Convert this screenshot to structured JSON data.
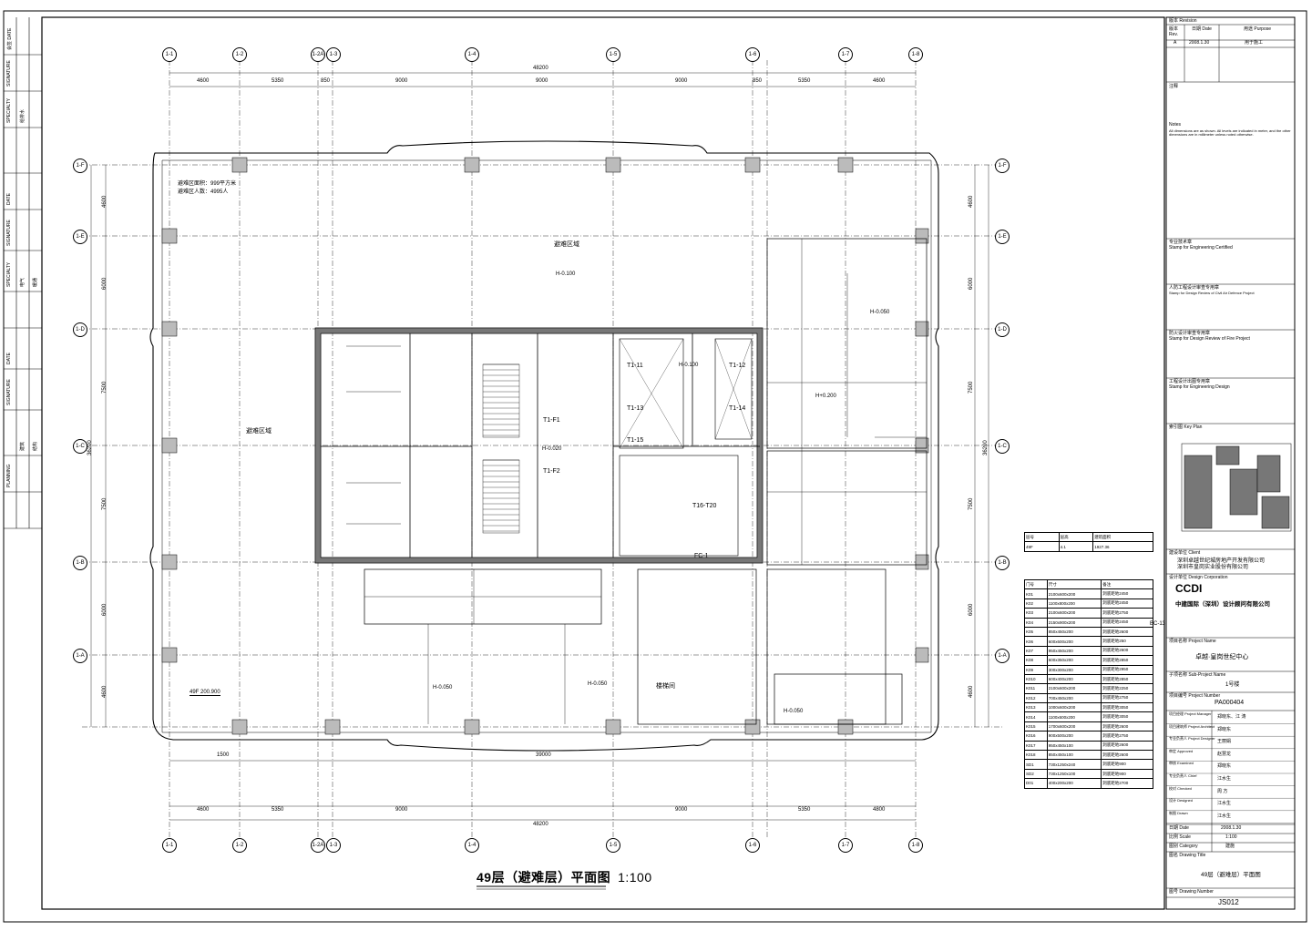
{
  "drawing": {
    "title": "49层（避难层）平面图",
    "scale": "1:100",
    "level_note": "49F 200.900"
  },
  "axes": {
    "columns": [
      "1-1",
      "1-2",
      "1-2A",
      "1-3",
      "1-4",
      "1-5",
      "1-6",
      "1-7",
      "1-8"
    ],
    "rows": [
      "1-F",
      "1-E",
      "1-D",
      "1-C",
      "1-B",
      "1-A"
    ]
  },
  "dimensions": {
    "top_total": "48200",
    "top_segments": [
      "4600",
      "5350",
      "850",
      "9000",
      "9000",
      "9000",
      "850",
      "5350",
      "4600"
    ],
    "bottom_total": "48200",
    "bottom_segments": [
      "4600",
      "5350",
      "9000",
      "9000",
      "5350",
      "4800"
    ],
    "bottom_inner": [
      "1500",
      "39000"
    ],
    "left_segments": [
      "4600",
      "6000",
      "7500",
      "7500",
      "6000",
      "4600"
    ],
    "left_total": "36200",
    "right_segments": [
      "4600",
      "6000",
      "7500",
      "7500",
      "6000",
      "4600"
    ],
    "right_total": "36200"
  },
  "rooms": [
    {
      "name": "避难区域"
    },
    {
      "name": "楼梯间"
    },
    {
      "name": "T1-11"
    },
    {
      "name": "T1-12"
    },
    {
      "name": "T1-13"
    },
    {
      "name": "T1-14"
    },
    {
      "name": "T1-15"
    },
    {
      "name": "T16-T20"
    },
    {
      "name": "T1-F1"
    },
    {
      "name": "T1-F2"
    },
    {
      "name": "FC-1"
    }
  ],
  "notes": {
    "refuge_area": "避难区面积：999平方米",
    "refuge_people": "避难区人数：4995人",
    "elev_h1": "H-0.100",
    "elev_h2": "H-0.050",
    "elev_h3": "H+0.200",
    "elev_h4": "H-0.020"
  },
  "door_table": {
    "header": [
      "门号",
      "尺寸",
      "备注"
    ],
    "rows": [
      [
        "K01",
        "2100x600x200",
        "洞底距地2450"
      ],
      [
        "K02",
        "1100x800x200",
        "洞底距地2450"
      ],
      [
        "K03",
        "2100x600x200",
        "洞底距地2750"
      ],
      [
        "K04",
        "2150x900x200",
        "洞底距地2450"
      ],
      [
        "K05",
        "850x450x200",
        "洞底距地2600"
      ],
      [
        "K06",
        "600x600x200",
        "洞底距地250"
      ],
      [
        "K07",
        "950x450x200",
        "洞底距地2600"
      ],
      [
        "K08",
        "600x350x200",
        "洞底距地2850"
      ],
      [
        "K09",
        "300x300x200",
        "洞底距地2950"
      ],
      [
        "K010",
        "600x400x200",
        "洞底距地2850"
      ],
      [
        "K011",
        "2100x600x200",
        "洞底距地2250"
      ],
      [
        "K012",
        "700x450x200",
        "洞底距地2750"
      ],
      [
        "K013",
        "1000x600x200",
        "洞底距地3050"
      ],
      [
        "K014",
        "1100x600x200",
        "洞底距地3050"
      ],
      [
        "K015",
        "1700x600x200",
        "洞底距地2600"
      ],
      [
        "K016",
        "900x500x200",
        "洞底距地2750"
      ],
      [
        "K017",
        "950x450x100",
        "洞底距地2600"
      ],
      [
        "K018",
        "850x450x100",
        "洞底距地2600"
      ],
      [
        "SD1",
        "730x1250x240",
        "洞底距地900"
      ],
      [
        "SD2",
        "730x1250x100",
        "洞底距地900"
      ],
      [
        "D01",
        "400x200x200",
        "洞底距地2700"
      ]
    ],
    "area_header": [
      "层号",
      "层高",
      "建筑面积"
    ],
    "area_row": [
      "49F",
      "4.1",
      "1927.36"
    ],
    "bc_note": "BC-13"
  },
  "titleblock": {
    "revision_label": "版本 Revision",
    "rev_head": [
      "版本 Rev.",
      "日期 Date",
      "用途 Purpose"
    ],
    "rev_row": [
      "A",
      "2008.1.30",
      "用于施工"
    ],
    "notes_label": "注释",
    "notes_en_label": "Notes",
    "notes_en": "All dimensions are as shown. All levels are indicated in meter, and the other dimensions are in millimeter unless noted otherwise.",
    "stamp_eng": "专业技术章",
    "stamp_eng_en": "Stamp for Engineering Certified",
    "stamp_civil": "人防工程设计审查专用章",
    "stamp_civil_en": "Stamp for Design Review of Civil Air Defence Project",
    "stamp_fire": "防火设计审查专用章",
    "stamp_fire_en": "Stamp for Design Review of Fire Project",
    "stamp_design": "工程设计出图专用章",
    "stamp_design_en": "Stamp for Engineering Design",
    "key_plan": "索引图 Key Plan",
    "client_label": "建设单位 Client",
    "client_1": "深圳卓越世纪城房地产开发有限公司",
    "client_2": "深圳市皇岗实业股份有限公司",
    "design_corp_label": "设计单位 Design Corporation",
    "logo": "CCDI",
    "corp_name": "中建国际（深圳）设计顾问有限公司",
    "project_label": "项目名称 Project Name",
    "project": "卓越·皇岗世纪中心",
    "sub_project_label": "子项名称 Sub-Project Name",
    "sub_project": "1号楼",
    "project_no_label": "项目编号 Project Number",
    "project_no": "PA000404",
    "roles": [
      [
        "项目经理 Project Manager",
        "郑晓东、江 涛"
      ],
      [
        "项目建筑师 Project Architect",
        "郑晓东"
      ],
      [
        "专业负责人 Project Designer",
        "王丽娟"
      ],
      [
        "审定 Approved",
        "赵慧龙"
      ],
      [
        "审核 Examined",
        "郑晓东"
      ],
      [
        "专业负责人 Chief",
        "江水生"
      ],
      [
        "校对 Checked",
        "周 方"
      ],
      [
        "设计 Designed",
        "江水生"
      ],
      [
        "制图 Drawn",
        "江水生"
      ]
    ],
    "date_label": "日期 Date",
    "date": "2008.1.30",
    "scale_label": "比例 Scale",
    "scale": "1:100",
    "category_label": "图别 Category",
    "category": "建施",
    "drawing_title_label": "图名 Drawing Title",
    "drawing_title": "49层（避难层）平面图",
    "drawing_no_label": "图号 Drawing Number",
    "drawing_no": "JS012"
  },
  "left_strip": {
    "labels": [
      "会签 DATE",
      "SIGNATURE",
      "SPECIALTY",
      "给排水",
      "DATE",
      "SIGNATURE",
      "SPECIALTY",
      "电气",
      "暖通",
      "DATE",
      "SIGNATURE",
      "建筑",
      "结构",
      "PLANNING"
    ]
  }
}
